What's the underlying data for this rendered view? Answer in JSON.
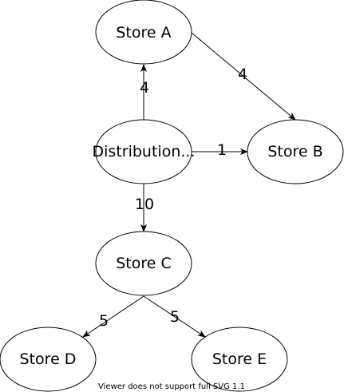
{
  "nodes": {
    "distribution": {
      "label": "Distribution..."
    },
    "store_a": {
      "label": "Store A"
    },
    "store_b": {
      "label": "Store B"
    },
    "store_c": {
      "label": "Store C"
    },
    "store_d": {
      "label": "Store D"
    },
    "store_e": {
      "label": "Store E"
    }
  },
  "edges": [
    {
      "from": "Distribution...",
      "to": "Store A",
      "label": "4"
    },
    {
      "from": "Store A",
      "to": "Store B",
      "label": "4"
    },
    {
      "from": "Distribution...",
      "to": "Store B",
      "label": "1"
    },
    {
      "from": "Distribution...",
      "to": "Store C",
      "label": "10"
    },
    {
      "from": "Store C",
      "to": "Store D",
      "label": "5"
    },
    {
      "from": "Store C",
      "to": "Store E",
      "label": "5"
    }
  ],
  "footer": {
    "text": "Viewer does not support full SVG 1.1"
  }
}
